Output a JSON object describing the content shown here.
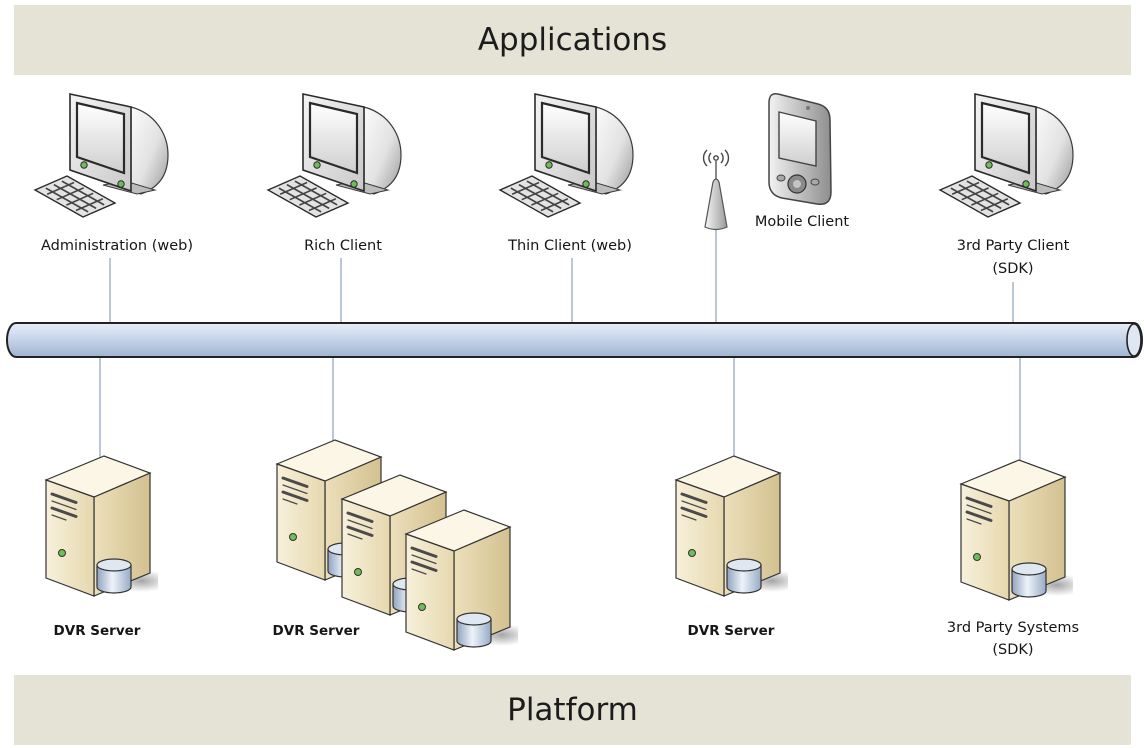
{
  "header": {
    "title": "Applications"
  },
  "clients": [
    {
      "label": "Administration (web)",
      "icon": "desktop-computer-icon"
    },
    {
      "label": "Rich Client",
      "icon": "desktop-computer-icon"
    },
    {
      "label": "Thin Client (web)",
      "icon": "desktop-computer-icon"
    },
    {
      "label": "Mobile Client",
      "icon": "pda-icon",
      "link_icon": "wireless-antenna-icon"
    },
    {
      "label": "3rd Party Client",
      "sublabel": "(SDK)",
      "icon": "desktop-computer-icon"
    }
  ],
  "network": {
    "icon": "network-bus-pipe"
  },
  "servers": [
    {
      "label": "DVR Server",
      "icon": "server-icon",
      "count": 1
    },
    {
      "label": "DVR Server",
      "icon": "server-icon",
      "count": 3
    },
    {
      "label": "DVR Server",
      "icon": "server-icon",
      "count": 1
    },
    {
      "label": "3rd Party Systems",
      "sublabel": "(SDK)",
      "icon": "server-icon",
      "count": 1
    }
  ],
  "footer": {
    "title": "Platform"
  },
  "colors": {
    "banner_background": "#e5e3d6",
    "connector_line": "#b9c6db",
    "led_green": "#6cbf55"
  }
}
